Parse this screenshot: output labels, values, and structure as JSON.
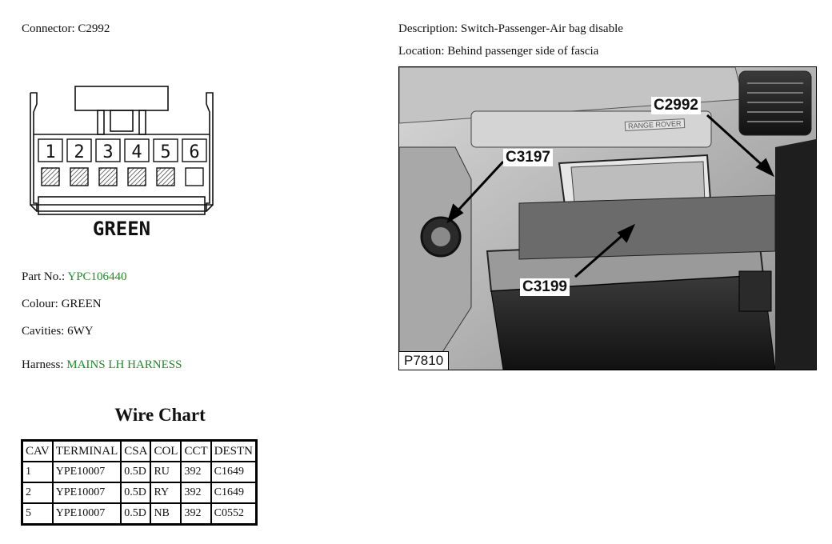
{
  "connector": {
    "label": "Connector:",
    "value": "C2992"
  },
  "description": {
    "label": "Description:",
    "value": "Switch-Passenger-Air bag disable"
  },
  "location": {
    "label": "Location:",
    "value": "Behind passenger side of fascia"
  },
  "diagram": {
    "pins": [
      "1",
      "2",
      "3",
      "4",
      "5",
      "6"
    ],
    "colour_label": "GREEN"
  },
  "part_no": {
    "label": "Part No.:",
    "value": "YPC106440"
  },
  "colour": {
    "label": "Colour:",
    "value": "GREEN"
  },
  "cavities": {
    "label": "Cavities:",
    "value": "6WY"
  },
  "harness": {
    "label": "Harness:",
    "value": "MAINS LH HARNESS"
  },
  "wire_chart": {
    "title": "Wire Chart",
    "headers": [
      "CAV",
      "TERMINAL",
      "CSA",
      "COL",
      "CCT",
      "DESTN"
    ],
    "rows": [
      [
        "1",
        "YPE10007",
        "0.5D",
        "RU",
        "392",
        "C1649"
      ],
      [
        "2",
        "YPE10007",
        "0.5D",
        "RY",
        "392",
        "C1649"
      ],
      [
        "5",
        "YPE10007",
        "0.5D",
        "NB",
        "392",
        "C0552"
      ]
    ]
  },
  "photo": {
    "callouts": [
      "C2992",
      "C3197",
      "C3199"
    ],
    "code": "P7810",
    "badge": "RANGE ROVER"
  },
  "colors": {
    "accent_green": "#1f8a2a"
  }
}
